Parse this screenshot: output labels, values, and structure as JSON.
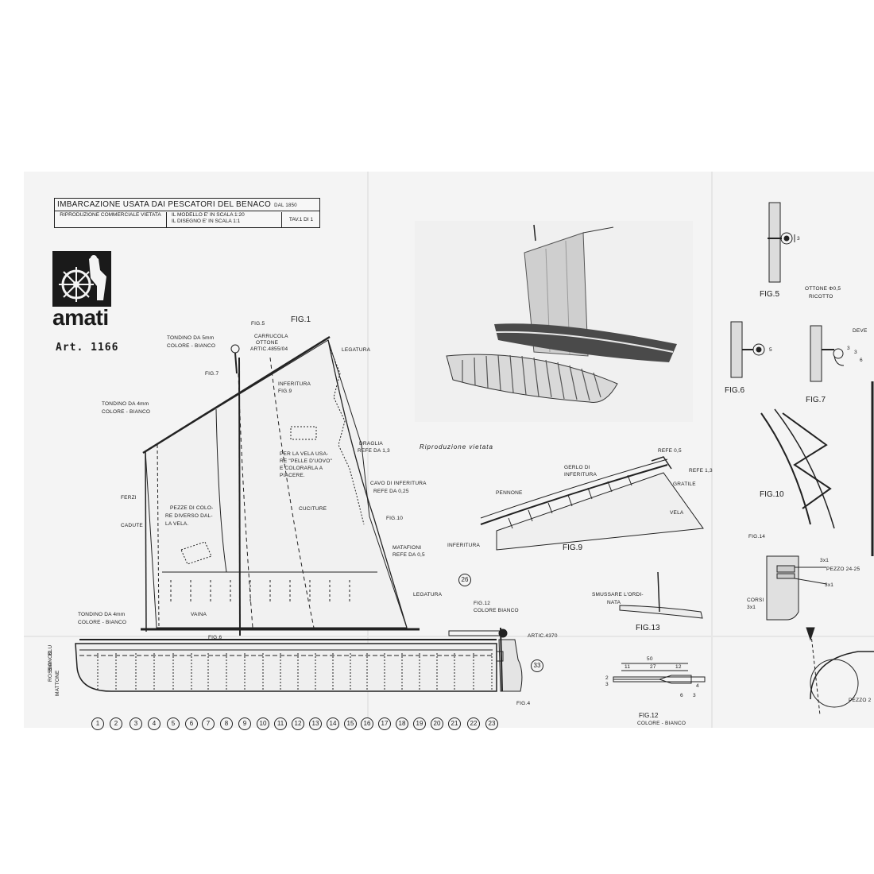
{
  "title_block": {
    "title": "IMBARCAZIONE USATA DAI PESCATORI DEL BENACO",
    "since": "DAL 1850",
    "reproduction": "RIPRODUZIONE COMMERCIALE VIETATA",
    "scale_model": "IL MODELLO E' IN SCALA 1:20",
    "scale_drawing": "IL DISEGNO E' IN SCALA 1:1",
    "sheet": "TAV.1 DI 1"
  },
  "brand": "amati",
  "article": "Art. 1166",
  "photo_caption": "Riproduzione vietata",
  "figure_titles": {
    "fig1": "FIG.1",
    "fig5": "FIG.5",
    "fig6": "FIG.6",
    "fig7": "FIG.7",
    "fig9": "FIG.9",
    "fig10": "FIG.10",
    "fig12": "FIG.12",
    "fig13": "FIG.13"
  },
  "labels": {
    "fig5_ref": "FIG.5",
    "tondino_5": "TONDINO DA 5mm",
    "colore_bianco_1": "COLORE - BIANCO",
    "carrucola": "CARRUCOLA",
    "ottone": "OTTONE",
    "artic_4855": "ARTIC.4855/04",
    "legatura_top": "LEGATURA",
    "fig7_ref": "FIG.7",
    "inferitura_fig9": "INFERITURA",
    "fig9_ref": "FIG.9",
    "tondino_4": "TONDINO DA 4mm",
    "colore_bianco_2": "COLORE - BIANCO",
    "draglia": "DRAGLIA",
    "refe_13": "REFE DA 1,3",
    "vela_note_1": "PER LA VELA USA-",
    "vela_note_2": "RE \"PELLE D'UOVO\"",
    "vela_note_3": "E COLORARLA A",
    "vela_note_4": "PIACERE.",
    "cavo_inferitura": "CAVO DI INFERITURA",
    "refe_025": "REFE DA 0,25",
    "ferzi": "FERZI",
    "pezze_1": "PEZZE DI COLO-",
    "pezze_2": "RE DIVERSO DAL-",
    "pezze_3": "LA VELA.",
    "cuciture": "CUCITURE",
    "cadute": "CADUTE",
    "fig10_ref": "FIG.10",
    "matafioni": "MATAFIONI",
    "refe_05": "REFE DA 0,5",
    "legatura_bottom": "LEGATURA",
    "tondino_4b": "TONDINO DA 4mm",
    "colore_bianco_3": "COLORE - BIANCO",
    "vaina": "VAINA",
    "fig6_ref": "FIG.6",
    "fig12_ref": "FIG.12",
    "colore_bianco_fig12": "COLORE BIANCO",
    "artic_4370": "ARTIC.4370",
    "fig4_ref": "FIG.4",
    "rosso": "ROSSO",
    "bianco": "BIANCO",
    "blu": "BLU",
    "mattone": "MATTONE",
    "pennone": "PENNONE",
    "gerlo": "GERLO DI",
    "inferitura_g": "INFERITURA",
    "refe_05b": "REFE 0,5",
    "refe_13b": "REFE 1,3",
    "gratile": "GRATILE",
    "vela": "VELA",
    "inferitura_fig9b": "INFERITURA",
    "smussare_1": "SMUSSARE L'ORDI-",
    "smussare_2": "NATA",
    "dim_50": "50",
    "dim_11": "11",
    "dim_27": "27",
    "dim_12": "12",
    "dim_2": "2",
    "dim_3": "3",
    "dim_4": "4",
    "dim_6": "6",
    "dim_3b": "3",
    "colore_bianco_fig12b": "COLORE - BIANCO",
    "ottone_phi": "OTTONE Φ0,5",
    "ricotto": "RICOTTO",
    "deve": "DEVE",
    "dim_5": "5",
    "dim_3c": "3",
    "dim_3d": "3",
    "dim_6b": "6",
    "dim_3e": "3",
    "fig14_ref": "FIG.14",
    "dim_3x1a": "3x1",
    "pezzo_2425": "PEZZO 24-25",
    "dim_3x1b": "3x1",
    "corsi": "CORSI",
    "dim_3x1c": "3x1",
    "pezzo_2": "PEZZO 2"
  },
  "callout_26": "26",
  "callout_33": "33",
  "frame_numbers": [
    "1",
    "2",
    "3",
    "4",
    "5",
    "6",
    "7",
    "8",
    "9",
    "10",
    "11",
    "12",
    "13",
    "14",
    "15",
    "16",
    "17",
    "18",
    "19",
    "20",
    "21",
    "22",
    "23"
  ]
}
